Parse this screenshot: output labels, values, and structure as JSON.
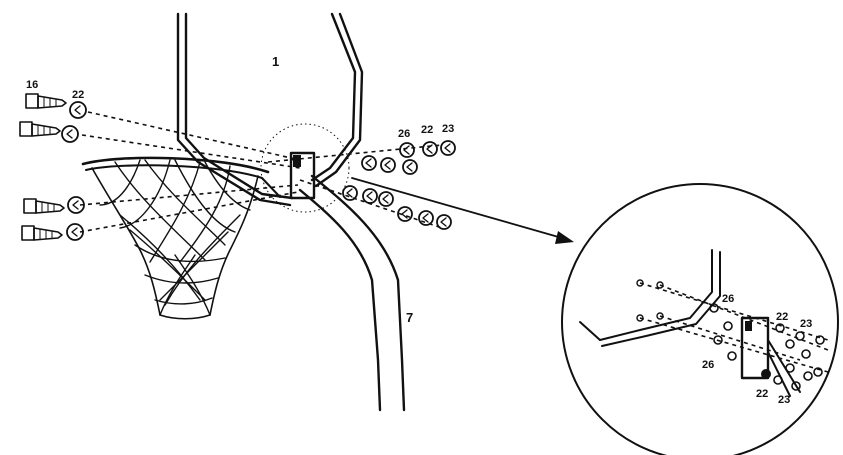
{
  "labels": {
    "backboard": "1",
    "pole": "7",
    "bolt": "16",
    "washer_left": "22",
    "spacer": "26",
    "washer_right": "22",
    "nut": "23",
    "detail_spacer_top": "26",
    "detail_spacer_bottom": "26",
    "detail_washer_top": "22",
    "detail_nut_top": "23",
    "detail_washer_bottom": "22",
    "detail_nut_bottom": "23"
  }
}
